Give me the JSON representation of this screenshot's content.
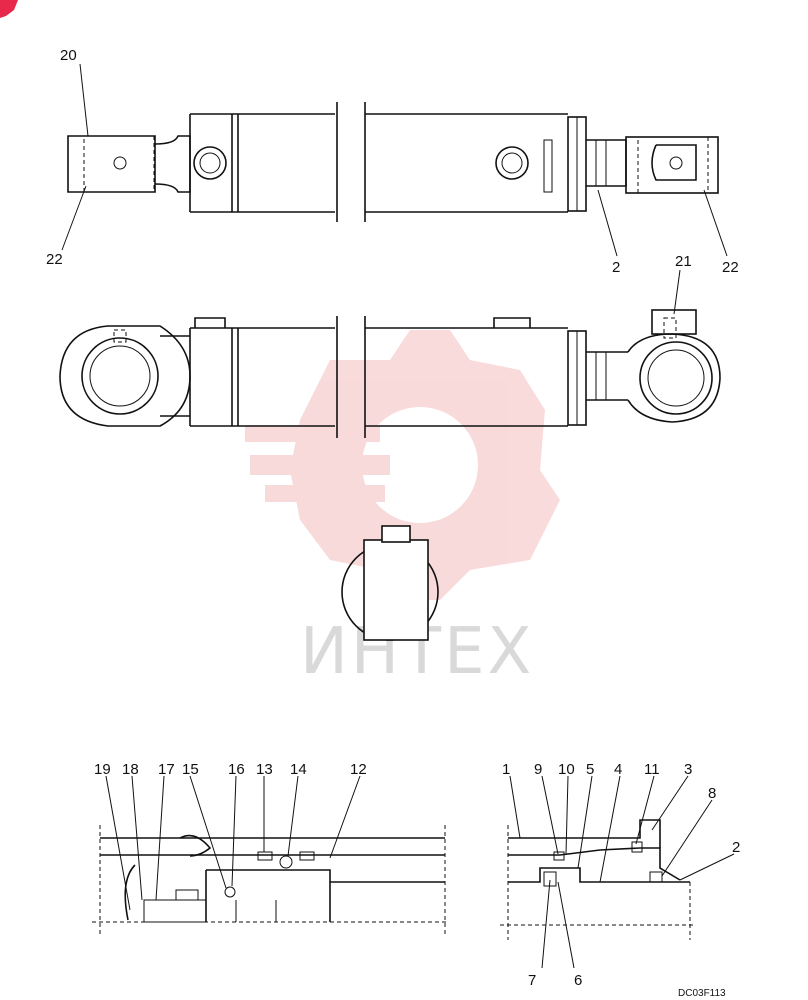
{
  "watermark": {
    "text": "ИНТЕХ",
    "gear_color": "#e8595b"
  },
  "drawing_code": "DC03F113",
  "callouts": {
    "top_view": [
      "20",
      "22",
      "2",
      "22"
    ],
    "side_view": [
      "21"
    ],
    "section_left": [
      "19",
      "18",
      "17",
      "15",
      "16",
      "13",
      "14",
      "12"
    ],
    "section_right": [
      "1",
      "9",
      "10",
      "5",
      "4",
      "11",
      "3",
      "8",
      "2",
      "7",
      "6"
    ]
  }
}
